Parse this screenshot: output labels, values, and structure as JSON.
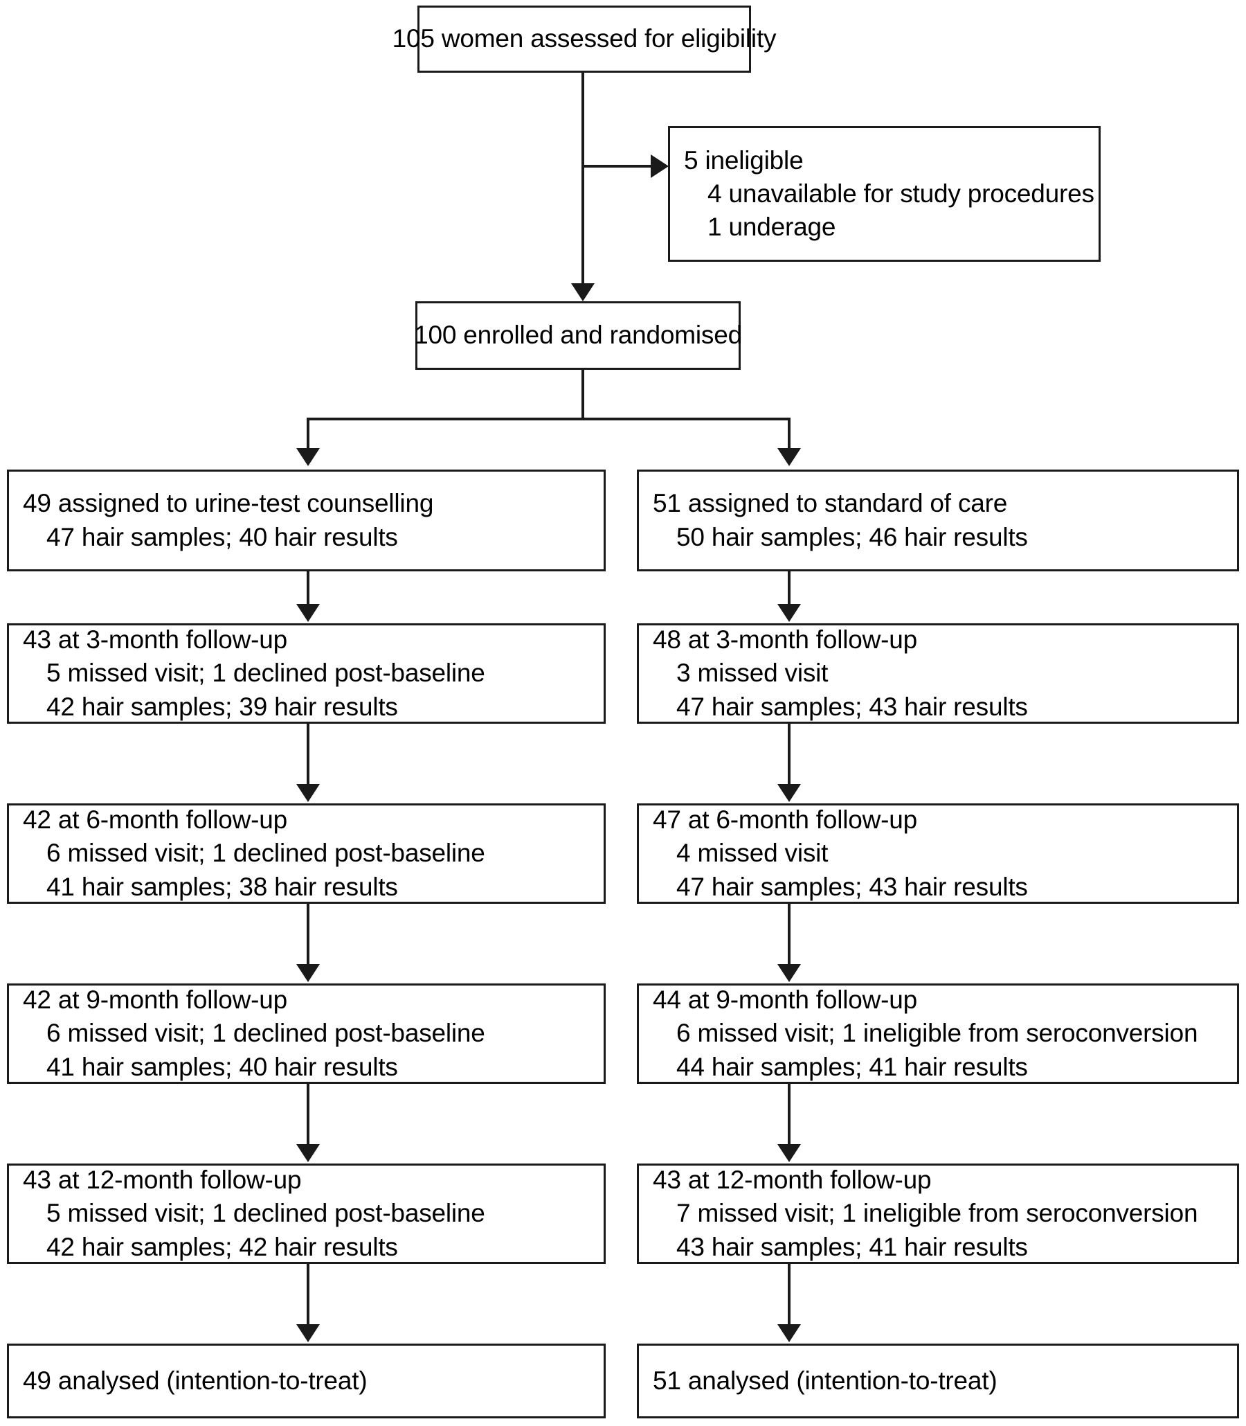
{
  "diagram": {
    "title": "CONSORT participant flow diagram",
    "type": "flowchart",
    "line_color": "#1a1a1a",
    "background": "#ffffff"
  },
  "enrollment": {
    "assessed": "105 women assessed for eligibility",
    "ineligible": {
      "heading": "5 ineligible",
      "reasons": [
        "4 unavailable for study procedures",
        "1 underage"
      ]
    },
    "randomised": "100 enrolled and randomised"
  },
  "arms": {
    "left": {
      "name": "urine-test counselling",
      "assigned": {
        "heading": "49 assigned to urine-test counselling",
        "details": [
          "47 hair samples; 40 hair results"
        ]
      },
      "followups": [
        {
          "heading": "43 at 3-month follow-up",
          "details": [
            "5 missed visit; 1 declined post-baseline",
            "42 hair samples; 39 hair results"
          ]
        },
        {
          "heading": "42 at 6-month follow-up",
          "details": [
            "6 missed visit; 1 declined post-baseline",
            "41 hair samples; 38 hair results"
          ]
        },
        {
          "heading": "42 at 9-month follow-up",
          "details": [
            "6 missed visit; 1 declined post-baseline",
            "41 hair samples; 40 hair results"
          ]
        },
        {
          "heading": "43 at 12-month follow-up",
          "details": [
            "5 missed visit; 1 declined post-baseline",
            "42 hair samples; 42 hair results"
          ]
        }
      ],
      "analysed": "49 analysed (intention-to-treat)"
    },
    "right": {
      "name": "standard of care",
      "assigned": {
        "heading": "51 assigned to standard of care",
        "details": [
          "50 hair samples; 46 hair results"
        ]
      },
      "followups": [
        {
          "heading": "48 at 3-month follow-up",
          "details": [
            "3 missed visit",
            "47 hair samples; 43 hair results"
          ]
        },
        {
          "heading": "47 at 6-month follow-up",
          "details": [
            "4 missed visit",
            "47 hair samples; 43 hair results"
          ]
        },
        {
          "heading": "44 at 9-month follow-up",
          "details": [
            "6 missed visit; 1 ineligible from seroconversion",
            "44 hair samples; 41 hair results"
          ]
        },
        {
          "heading": "43 at 12-month follow-up",
          "details": [
            "7 missed visit; 1 ineligible from seroconversion",
            "43 hair samples; 41 hair results"
          ]
        }
      ],
      "analysed": "51 analysed (intention-to-treat)"
    }
  }
}
